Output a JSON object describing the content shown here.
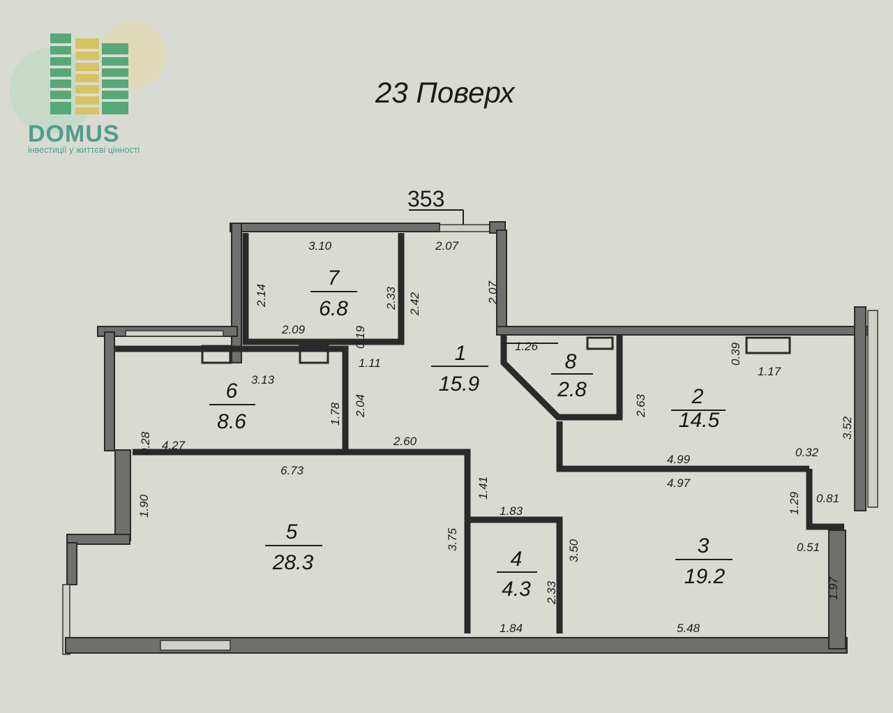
{
  "logo": {
    "name": "DOMUS",
    "tagline": "інвестиції у життєві цінності",
    "colors": {
      "green": "#56a877",
      "yellow": "#d6c463",
      "teal": "#4f9d8e"
    }
  },
  "title": "23 Поверх",
  "apartment_number": "353",
  "rooms": [
    {
      "id": "room-1",
      "number": "1",
      "area": "15.9"
    },
    {
      "id": "room-2",
      "number": "2",
      "area": "14.5"
    },
    {
      "id": "room-3",
      "number": "3",
      "area": "19.2"
    },
    {
      "id": "room-4",
      "number": "4",
      "area": "4.3"
    },
    {
      "id": "room-5",
      "number": "5",
      "area": "28.3"
    },
    {
      "id": "room-6",
      "number": "6",
      "area": "8.6"
    },
    {
      "id": "room-7",
      "number": "7",
      "area": "6.8"
    },
    {
      "id": "room-8",
      "number": "8",
      "area": "2.8"
    }
  ],
  "dimensions": [
    "3.10",
    "2.14",
    "2.33",
    "2.42",
    "2.07",
    "2.07",
    "2.09",
    "0.19",
    "1.11",
    "1.26",
    "0.39",
    "1.17",
    "3.13",
    "1.78",
    "2.04",
    "2.63",
    "3.52",
    "0.28",
    "4.27",
    "2.60",
    "6.73",
    "4.99",
    "0.32",
    "4.97",
    "1.41",
    "1.83",
    "1.29",
    "0.81",
    "1.90",
    "3.75",
    "3.50",
    "2.33",
    "0.51",
    "1.97",
    "1.84",
    "5.48"
  ]
}
